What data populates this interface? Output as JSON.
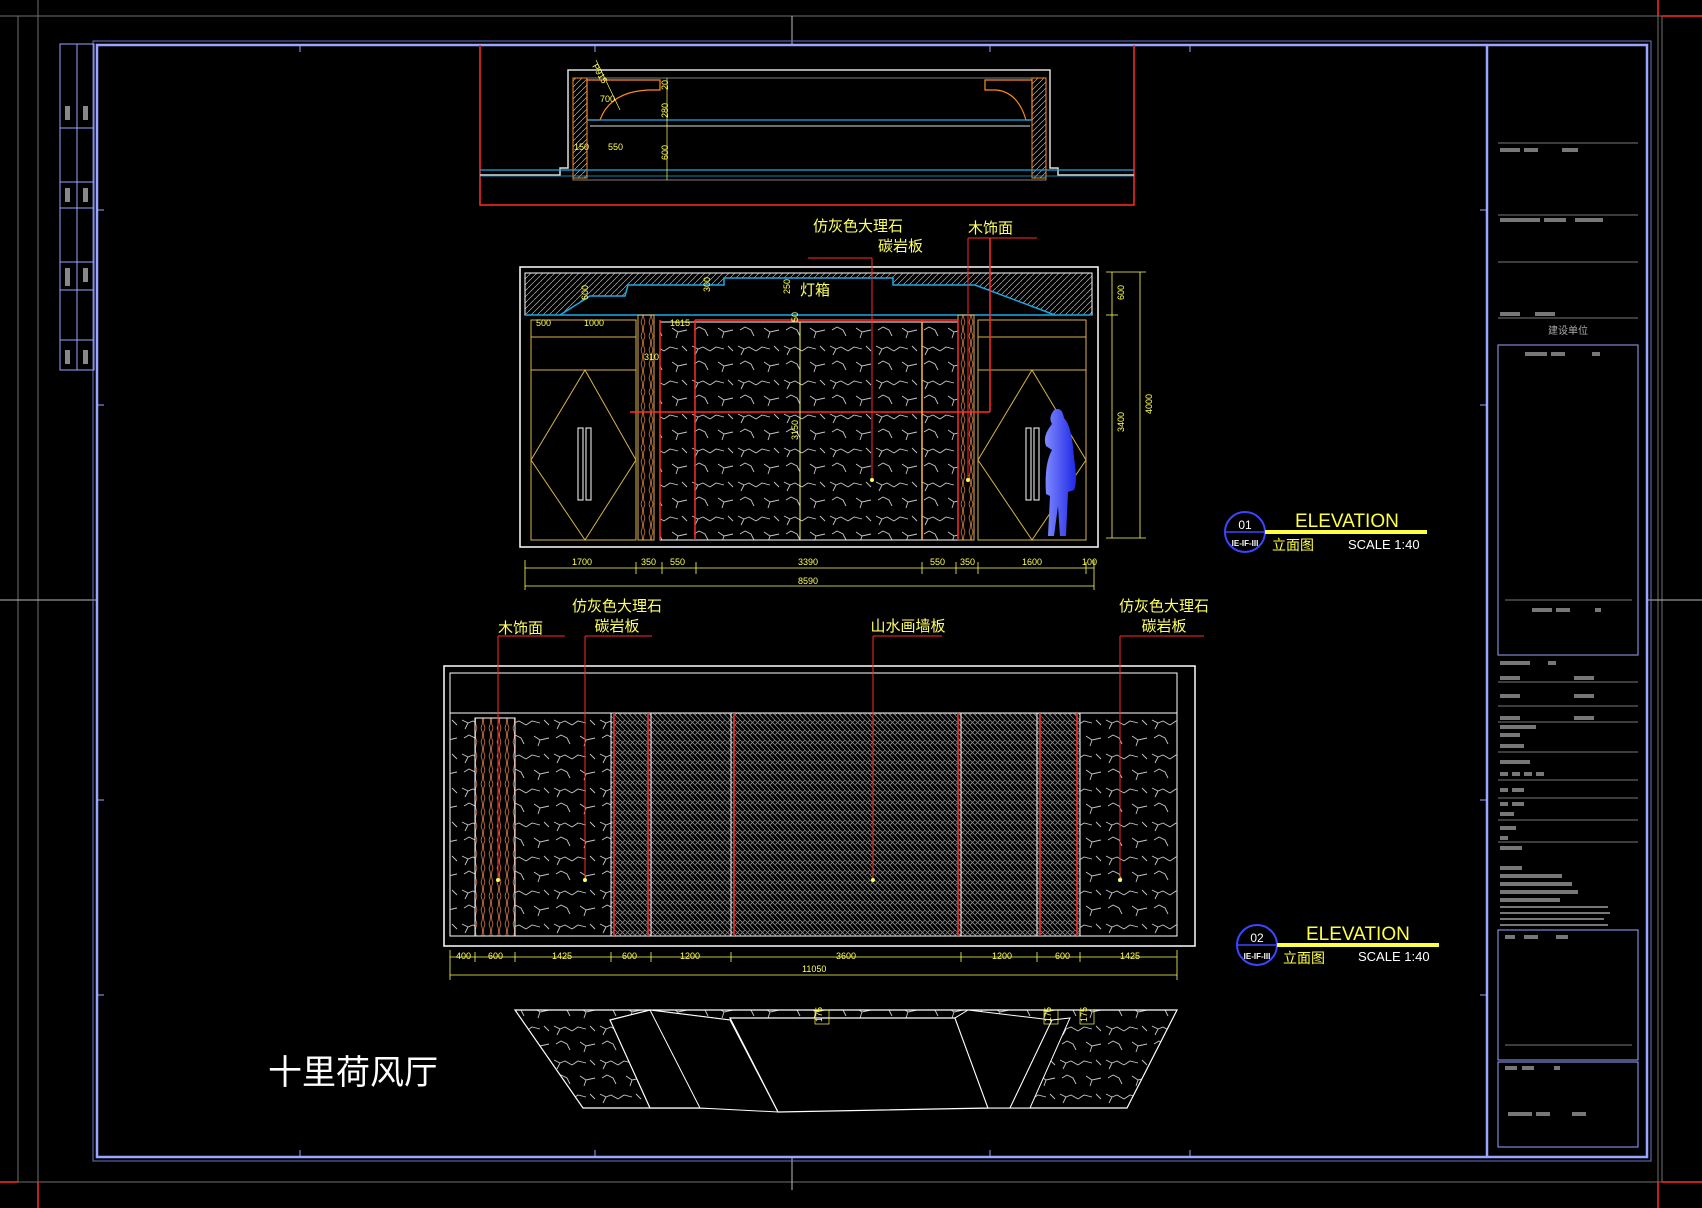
{
  "drawing_title": "十里荷风厅",
  "colors": {
    "background": "#000000",
    "frame": "#9aa6ff",
    "gridline": "#6f6f6f",
    "cut_line": "#ff2a2a",
    "ceiling_line": "#1aa8e6",
    "dimension": "#ffff55",
    "wood_section": "#ff8a1a",
    "figure": "#3a46ff"
  },
  "section_top": {
    "dims": [
      "P915",
      "700",
      "20",
      "280",
      "150",
      "550",
      "600"
    ]
  },
  "elevation_01": {
    "number": "01",
    "ref": "IE-IF-III",
    "title": "ELEVATION",
    "subtitle": "立面图",
    "scale": "SCALE 1:40",
    "labels": {
      "marble_line1": "仿灰色大理石",
      "marble_line2": "碳岩板",
      "wood": "木饰面",
      "lightbox": "灯箱"
    },
    "inner_dims": [
      "600",
      "300",
      "250",
      "500",
      "1000",
      "1615",
      "310",
      "50",
      "3150"
    ],
    "side_dims": [
      "600",
      "3400",
      "4000"
    ],
    "bottom_dims": [
      "1700",
      "350",
      "550",
      "3390",
      "550",
      "350",
      "1600",
      "100"
    ],
    "total": "8590"
  },
  "elevation_02": {
    "number": "02",
    "ref": "IE-IF-III",
    "title": "ELEVATION",
    "subtitle": "立面图",
    "scale": "SCALE 1:40",
    "labels": {
      "wood": "木饰面",
      "marble_left_line1": "仿灰色大理石",
      "marble_left_line2": "碳岩板",
      "landscape": "山水画墙板",
      "marble_right_line1": "仿灰色大理石",
      "marble_right_line2": "碳岩板"
    },
    "bottom_dims": [
      "400",
      "600",
      "1425",
      "600",
      "1200",
      "3600",
      "1200",
      "600",
      "1425"
    ],
    "total": "11050"
  },
  "plan_bottom": {
    "dims": [
      "175",
      "175",
      "175"
    ]
  },
  "title_block": {
    "heading": "建设单位"
  }
}
